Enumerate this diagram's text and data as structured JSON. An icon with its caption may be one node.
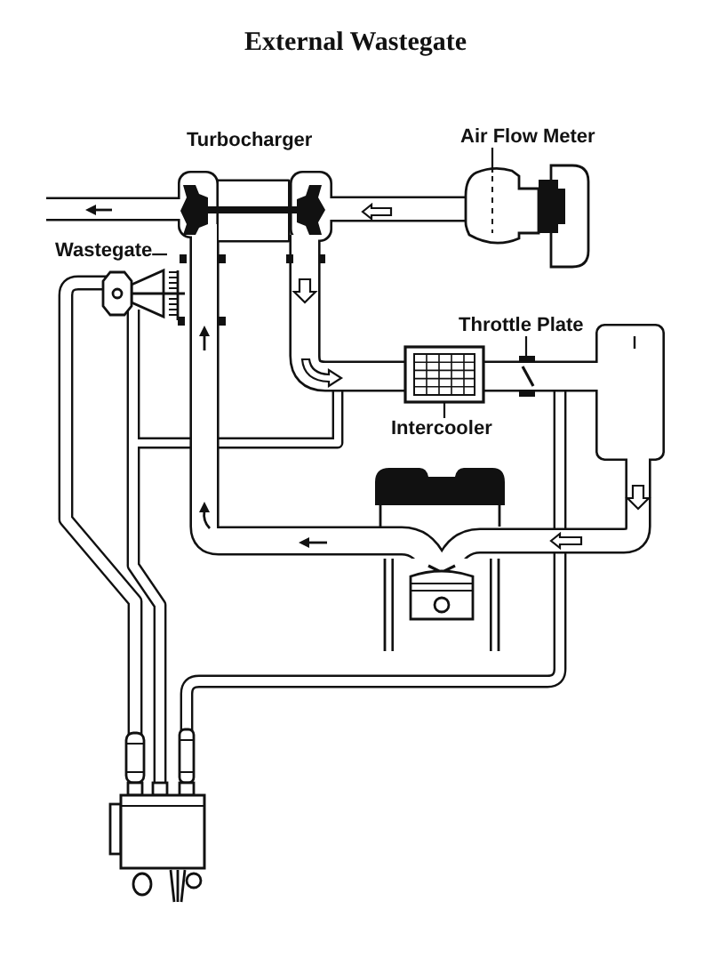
{
  "diagram": {
    "title": "External Wastegate",
    "nodes": [
      {
        "text": [
          "Air Flow Meter"
        ]
      },
      {
        "text": [
          "Wastegate"
        ]
      },
      {
        "text": [
          "Throttle Plate"
        ]
      },
      {
        "text": [
          "Intercooler"
        ]
      }
    ],
    "edges": [
      {
        "from": 0,
        "to": null,
        "arrow": "none"
      },
      {
        "from": 1,
        "to": null,
        "arrow": "none"
      },
      {
        "from": 2,
        "to": null,
        "arrow": "none"
      },
      {
        "from": 3,
        "to": null,
        "arrow": "none"
      }
    ],
    "labels": [
      "Turbocharger"
    ]
  }
}
